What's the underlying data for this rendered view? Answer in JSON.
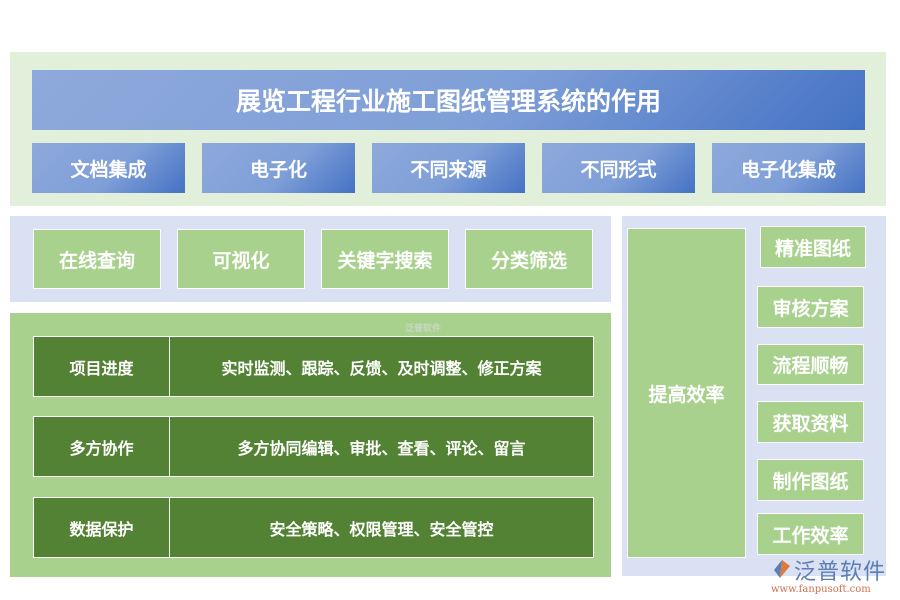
{
  "title": "展览工程行业施工图纸管理系统的作用",
  "top_items": [
    "文档集成",
    "电子化",
    "不同来源",
    "不同形式",
    "电子化集成"
  ],
  "features": [
    "在线查询",
    "可视化",
    "关键字搜索",
    "分类筛选"
  ],
  "rows": [
    {
      "label": "项目进度",
      "desc": "实时监测、跟踪、反馈、及时调整、修正方案"
    },
    {
      "label": "多方协作",
      "desc": "多方协同编辑、审批、查看、评论、留言"
    },
    {
      "label": "数据保护",
      "desc": "安全策略、权限管理、安全管控"
    }
  ],
  "efficiency": {
    "main": "提高效率",
    "items": [
      "精准图纸",
      "审核方案",
      "流程顺畅",
      "获取资料",
      "制作图纸",
      "工作效率"
    ]
  },
  "watermark": {
    "name": "泛普软件",
    "url": "www.fanpusoft.com"
  },
  "colors": {
    "blue": "#4472c4",
    "light_blue": "#d9e1f2",
    "green": "#a9d18e",
    "dark_green": "#548235",
    "pale_green": "#e2efda"
  }
}
